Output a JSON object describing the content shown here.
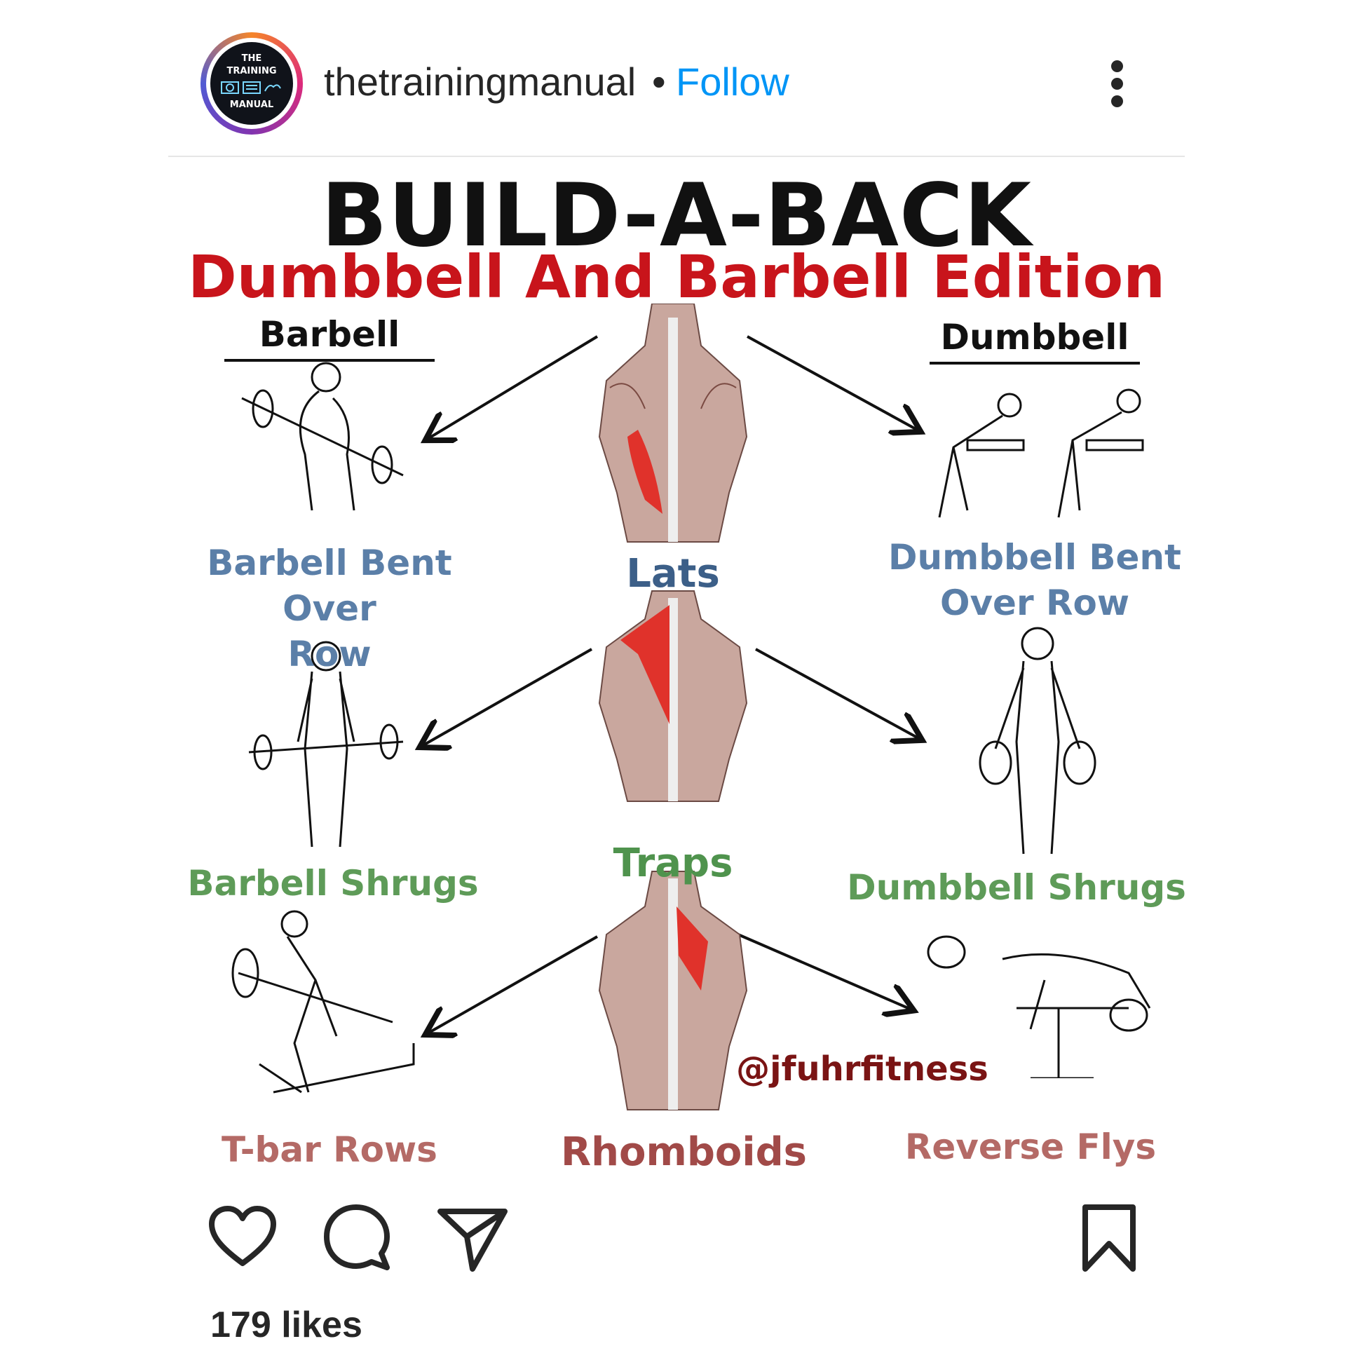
{
  "post": {
    "account": {
      "username": "thetrainingmanual",
      "separator": "•",
      "follow_label": "Follow",
      "avatar_logo": {
        "line1": "THE",
        "line2": "TRAINING",
        "line3": "MANUAL"
      }
    },
    "image": {
      "title": "BUILD-A-BACK",
      "subtitle": "Dumbbell And Barbell Edition",
      "col_barbell": "Barbell",
      "col_dumbbell": "Dumbbell",
      "rows": [
        {
          "muscle": "Lats",
          "barbell_exercise_line1": "Barbell Bent Over",
          "barbell_exercise_line2": "Row",
          "dumbbell_exercise_line1": "Dumbbell Bent",
          "dumbbell_exercise_line2": "Over Row"
        },
        {
          "muscle": "Traps",
          "barbell_exercise": "Barbell Shrugs",
          "dumbbell_exercise": "Dumbbell Shrugs"
        },
        {
          "muscle": "Rhomboids",
          "barbell_exercise": "T-bar Rows",
          "dumbbell_exercise": "Reverse Flys"
        }
      ],
      "credit": "@jfuhrfitness",
      "colors": {
        "title": "#111111",
        "subtitle": "#c8141b",
        "highlight_muscle": "#e0322b",
        "lats_text": "#3c5f88",
        "traps_text": "#4f934d",
        "rhomboids_text": "#a14a48"
      }
    },
    "actions": {
      "icons": [
        "heart-icon",
        "comment-icon",
        "share-icon",
        "bookmark-icon"
      ],
      "likes_text": "179 likes"
    }
  }
}
